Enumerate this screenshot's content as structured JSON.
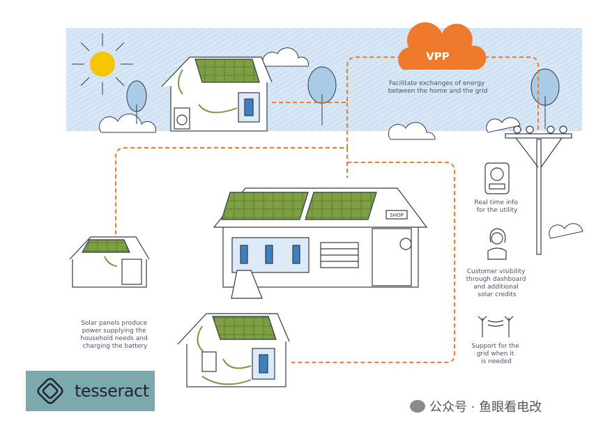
{
  "vpp": {
    "label": "VPP",
    "caption": [
      "Facilitate exchanges of energy",
      "between the home and the grid"
    ]
  },
  "shop": {
    "sign": "SHOP"
  },
  "benefits": [
    {
      "icon": "meter-icon",
      "lines": [
        "Real time info",
        "for the utility"
      ]
    },
    {
      "icon": "customer-icon",
      "lines": [
        "Customer visibility",
        "through dashboard",
        "and additional",
        "solar credits"
      ]
    },
    {
      "icon": "grid-support-icon",
      "lines": [
        "Support for the",
        "grid when it",
        "is needed"
      ]
    }
  ],
  "solar_caption": [
    "Solar panels produce",
    "power supplying the",
    "household needs and",
    "charging the battery"
  ],
  "logo": {
    "text": "tesseract"
  },
  "watermark": {
    "text": "公众号 · 鱼眼看电改"
  },
  "colors": {
    "orange": "#f07a2b",
    "panel": "#6e8f3a",
    "sky": "#d5e5f4",
    "logo_bg": "#7ba9ae"
  }
}
